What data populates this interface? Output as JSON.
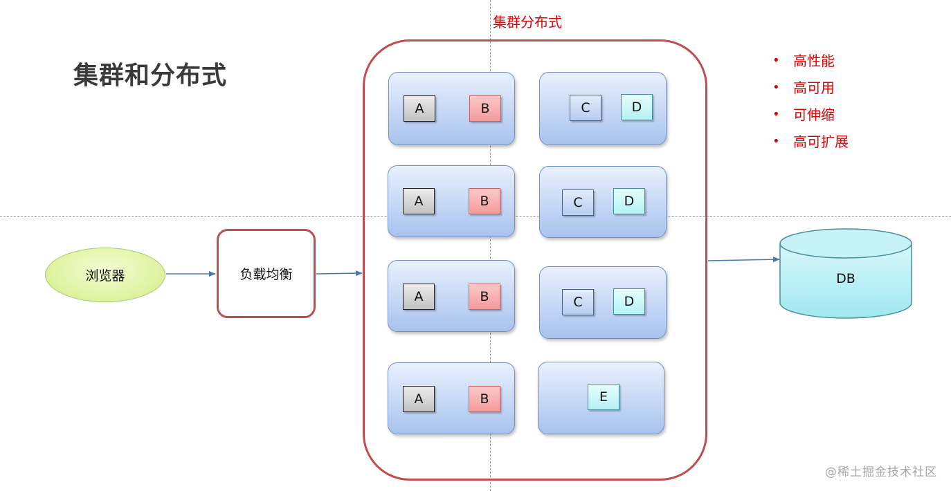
{
  "title": "集群和分布式",
  "cluster_label": "集群分布式",
  "features": [
    "高性能",
    "高可用",
    "可伸缩",
    "高可扩展"
  ],
  "bullet": "•",
  "browser": "浏览器",
  "load_balancer": "负载均衡",
  "database": "DB",
  "nodes": [
    {
      "mods": [
        "A",
        "B"
      ]
    },
    {
      "mods": [
        "C",
        "D"
      ]
    },
    {
      "mods": [
        "A",
        "B"
      ]
    },
    {
      "mods": [
        "C",
        "D"
      ]
    },
    {
      "mods": [
        "A",
        "B"
      ]
    },
    {
      "mods": [
        "C",
        "D"
      ]
    },
    {
      "mods": [
        "A",
        "B"
      ]
    },
    {
      "mods": [
        "E"
      ]
    }
  ],
  "watermark": "@稀土掘金技术社区",
  "colors": {
    "accent_red": "#e00000",
    "border_red": "#bf4d4d",
    "arrow_blue": "#4a78b5"
  }
}
